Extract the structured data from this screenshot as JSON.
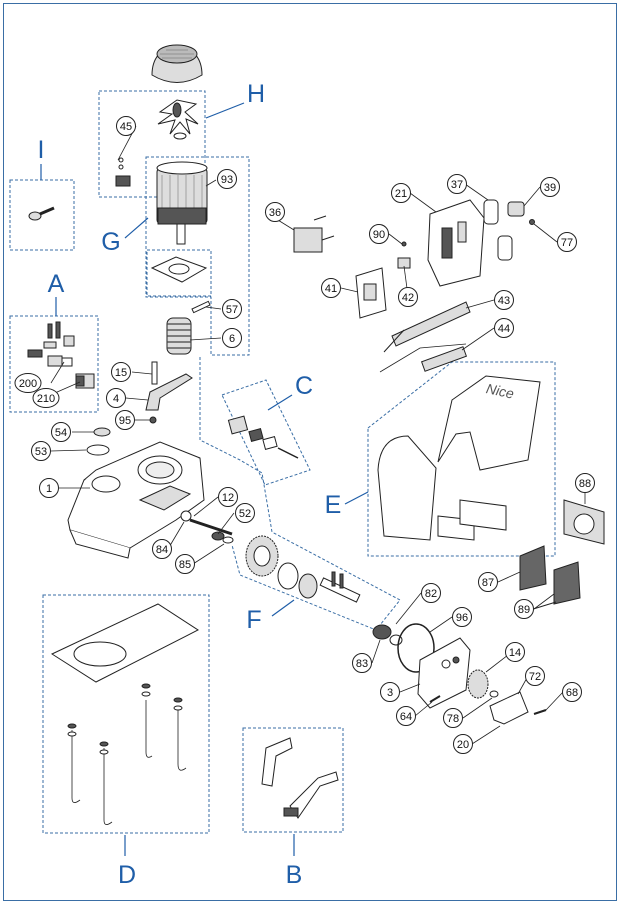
{
  "groups": {
    "A": "A",
    "B": "B",
    "C": "C",
    "D": "D",
    "E": "E",
    "F": "F",
    "G": "G",
    "H": "H",
    "I": "I"
  },
  "parts": {
    "p1": "1",
    "p3": "3",
    "p4": "4",
    "p6": "6",
    "p12": "12",
    "p14": "14",
    "p15": "15",
    "p20": "20",
    "p21": "21",
    "p36": "36",
    "p37": "37",
    "p39": "39",
    "p41": "41",
    "p42": "42",
    "p43": "43",
    "p44": "44",
    "p45": "45",
    "p52": "52",
    "p53": "53",
    "p54": "54",
    "p57": "57",
    "p64": "64",
    "p68": "68",
    "p72": "72",
    "p77": "77",
    "p78": "78",
    "p82": "82",
    "p83": "83",
    "p84": "84",
    "p85": "85",
    "p87": "87",
    "p88": "88",
    "p89": "89",
    "p90": "90",
    "p93": "93",
    "p95": "95",
    "p96": "96",
    "p200": "200",
    "p210": "210"
  },
  "cover_logo": "Nice",
  "colors": {
    "frame": "#3a6ea5",
    "group_label": "#1f5ea8",
    "ink": "#222222"
  }
}
